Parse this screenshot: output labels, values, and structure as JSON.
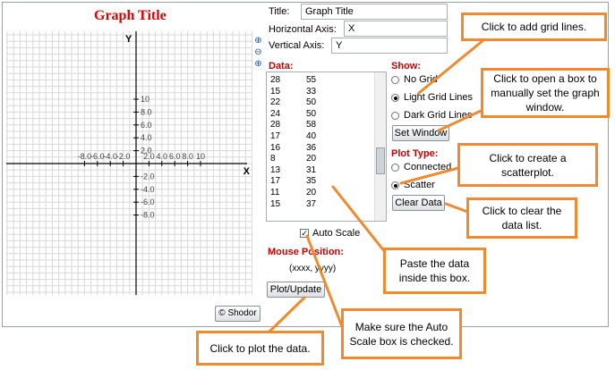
{
  "graph": {
    "title": "Graph Title",
    "y_axis_letter": "Y",
    "x_axis_letter": "X",
    "x_tick_labels": [
      "-8.0",
      "-6.0",
      "-4.0",
      "-2.0",
      "2.0",
      "4.0",
      "6.0",
      "8.0",
      "10"
    ],
    "y_tick_labels": [
      "10",
      "8.0",
      "6.0",
      "4.0",
      "2.0",
      "-2.0",
      "-4.0",
      "-6.0",
      "-8.0"
    ]
  },
  "fields": {
    "title_label": "Title:",
    "title_value": "Graph Title",
    "horizontal_label": "Horizontal Axis:",
    "horizontal_value": "X",
    "vertical_label": "Vertical Axis:",
    "vertical_value": "Y"
  },
  "data_section": {
    "label": "Data:",
    "rows": [
      [
        "28",
        "55"
      ],
      [
        "15",
        "33"
      ],
      [
        "22",
        "50"
      ],
      [
        "24",
        "50"
      ],
      [
        "28",
        "58"
      ],
      [
        "17",
        "40"
      ],
      [
        "16",
        "36"
      ],
      [
        "8",
        "20"
      ],
      [
        "13",
        "31"
      ],
      [
        "17",
        "35"
      ],
      [
        "11",
        "20"
      ],
      [
        "15",
        "37"
      ]
    ]
  },
  "show": {
    "label": "Show:",
    "options": [
      {
        "label": "No Grid",
        "checked": false
      },
      {
        "label": "Light Grid Lines",
        "checked": true
      },
      {
        "label": "Dark Grid Lines",
        "checked": false
      }
    ],
    "set_window_label": "Set Window"
  },
  "plot_type": {
    "label": "Plot Type:",
    "options": [
      {
        "label": "Connected",
        "checked": false
      },
      {
        "label": "Scatter",
        "checked": true
      }
    ],
    "clear_data_label": "Clear Data"
  },
  "auto_scale": {
    "label": "Auto Scale",
    "checked": true
  },
  "mouse_position": {
    "label": "Mouse Position:",
    "value": "(xxxx, yyyy)"
  },
  "buttons": {
    "plot_update": "Plot/Update",
    "shodor": "© Shodor"
  },
  "callouts": {
    "grid": "Click to add grid lines.",
    "window": "Click to open a box to manually set the graph window.",
    "scatter": "Click to create a scatterplot.",
    "clear": "Click to clear the data list.",
    "paste": "Paste the data inside this box.",
    "autoscale": "Make sure the Auto Scale box is checked.",
    "plot": "Click to plot the data."
  },
  "colors": {
    "title": "#e00000",
    "section_label": "#cc0000",
    "callout_border": "#f08a2c",
    "grid": "#d7d7d7"
  }
}
